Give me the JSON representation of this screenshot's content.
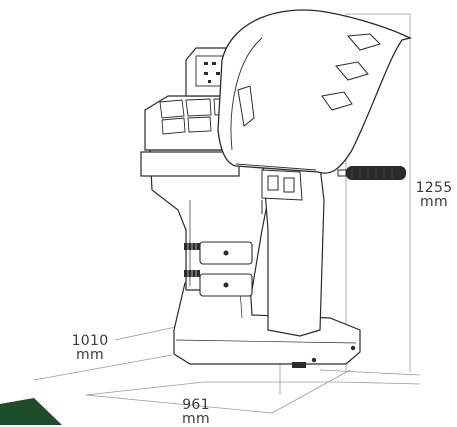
{
  "dimensions": {
    "depth": {
      "value": "1010",
      "unit": "mm"
    },
    "width": {
      "value": "961",
      "unit": "mm"
    },
    "height": {
      "value": "1255",
      "unit": "mm"
    }
  },
  "colors": {
    "outline": "#2b2b2b",
    "dimension_line": "#9a9a9a",
    "accent_green": "#1e4d2b",
    "machine_fill": "#ffffff"
  },
  "icons": {
    "brand_corner": "green-corner-band"
  }
}
